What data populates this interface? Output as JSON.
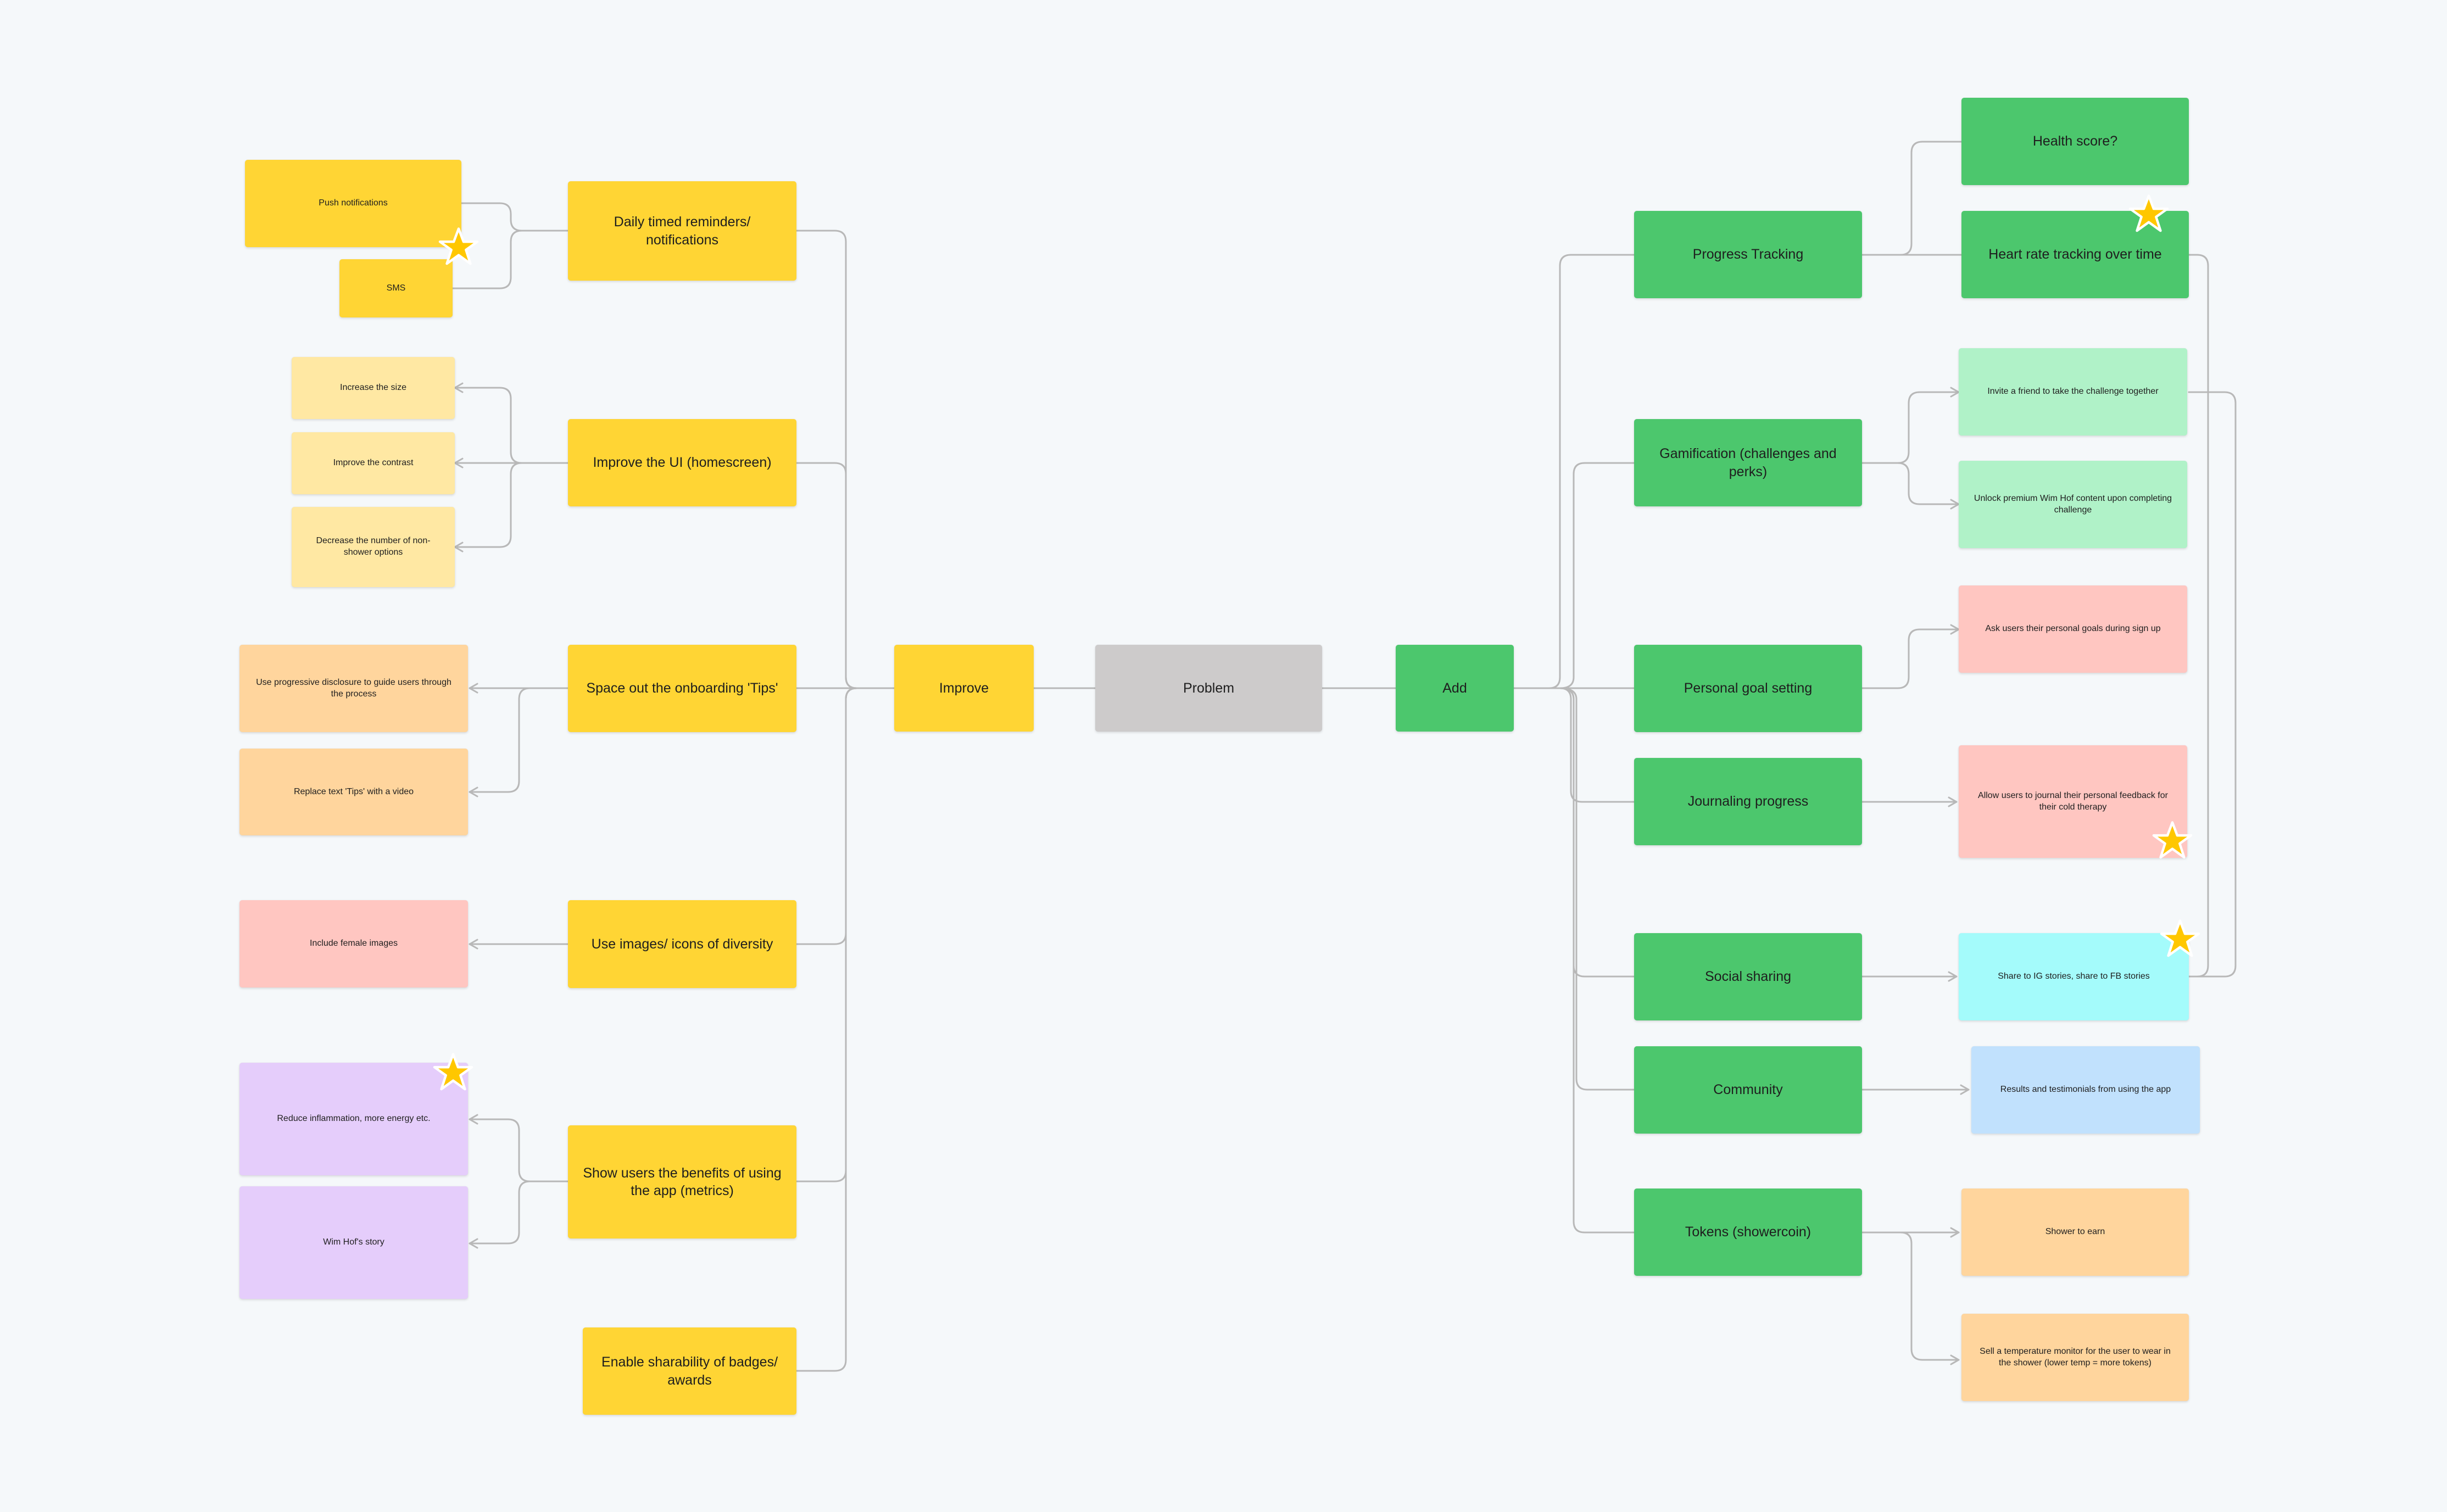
{
  "center": {
    "problem": "Problem",
    "improve": "Improve",
    "add": "Add"
  },
  "improve": {
    "daily_reminders": {
      "label": "Daily timed reminders/ notifications",
      "children": [
        "Push notifications",
        "SMS"
      ]
    },
    "improve_ui": {
      "label": "Improve the UI (homescreen)",
      "children": [
        "Increase the size",
        "Improve the contrast",
        "Decrease the number of non-shower options"
      ]
    },
    "onboarding": {
      "label": "Space out the onboarding 'Tips'",
      "children": [
        "Use progressive disclosure to guide users through the process",
        "Replace text 'Tips' with a video"
      ]
    },
    "diversity": {
      "label": "Use images/ icons of diversity",
      "children": [
        "Include female images"
      ]
    },
    "benefits": {
      "label": "Show users the benefits of using the app (metrics)",
      "children": [
        "Reduce inflammation, more energy etc.",
        "Wim Hof's story"
      ]
    },
    "badges": {
      "label": "Enable sharability of badges/ awards"
    }
  },
  "add": {
    "progress": {
      "label": "Progress Tracking",
      "children": [
        "Health score?",
        "Heart rate tracking over time"
      ]
    },
    "gamification": {
      "label": "Gamification (challenges and perks)",
      "children": [
        "Invite a friend to take the challenge together",
        "Unlock premium Wim Hof content upon completing challenge"
      ]
    },
    "goals": {
      "label": "Personal goal setting",
      "children": [
        "Ask users their personal goals during sign up"
      ]
    },
    "journaling": {
      "label": "Journaling progress",
      "children": [
        "Allow users to journal their personal feedback for their cold therapy"
      ]
    },
    "social": {
      "label": "Social sharing",
      "children": [
        "Share to IG stories, share to FB stories"
      ]
    },
    "community": {
      "label": "Community",
      "children": [
        "Results and testimonials from using the app"
      ]
    },
    "tokens": {
      "label": "Tokens (showercoin)",
      "children": [
        "Shower to earn",
        "Sell a temperature monitor for the user to wear in the shower (lower temp = more tokens)"
      ]
    }
  },
  "colors": {
    "yellow": "#ffd534",
    "light_yellow": "#ffe8a3",
    "orange": "#ffd59d",
    "salmon": "#ffc6c1",
    "purple": "#e5cdfb",
    "green": "#4cc76d",
    "mint": "#b0f2c8",
    "cyan": "#a4fbfb",
    "blue": "#c1e1fd",
    "gray": "#cdcbcb",
    "star": "#ffc700",
    "connector": "#b8b8b8"
  }
}
